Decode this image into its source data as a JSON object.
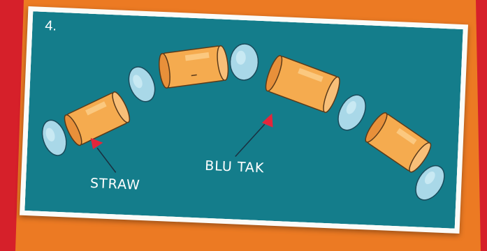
{
  "step_number": "4.",
  "labels": {
    "straw": "STRAW",
    "blu_tak": "BLU TAK"
  },
  "colors": {
    "background_red": "#d6202a",
    "background_orange": "#ec7a23",
    "panel_teal": "#147d8b",
    "card_white": "#fbfbf8",
    "straw_orange": "#f5ab4f",
    "blu_tak_blue": "#a9d8e8",
    "arrow_red": "#e3263b"
  }
}
